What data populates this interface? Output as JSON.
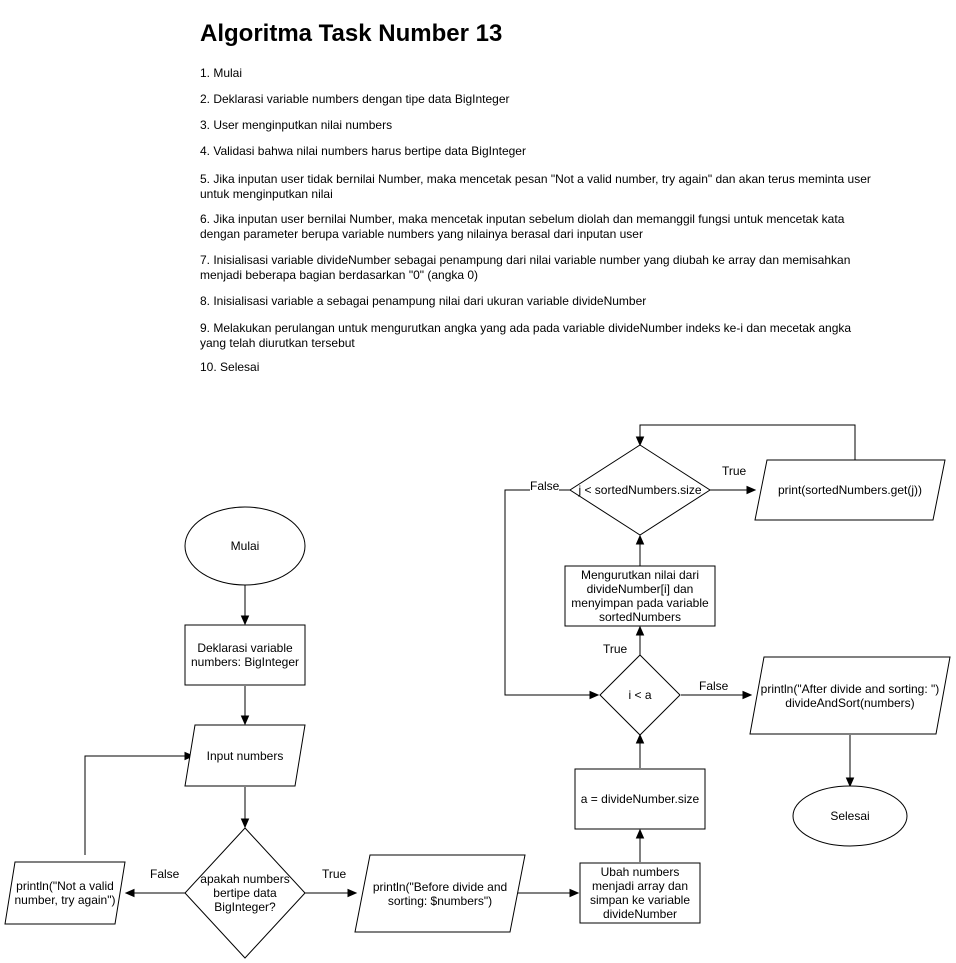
{
  "document": {
    "title": "Algoritma Task Number 13",
    "steps": [
      "1. Mulai",
      "2. Deklarasi variable numbers dengan tipe data BigInteger",
      "3. User menginputkan nilai numbers",
      "4. Validasi bahwa nilai numbers harus bertipe data BigInteger",
      "5. Jika inputan user tidak bernilai Number, maka mencetak pesan \"Not a valid number, try again\" dan akan terus meminta user untuk menginputkan nilai",
      "6. Jika inputan user bernilai Number, maka mencetak inputan sebelum diolah dan memanggil fungsi untuk mencetak kata dengan parameter berupa variable numbers yang nilainya berasal dari inputan user",
      "7. Inisialisasi variable divideNumber sebagai penampung dari nilai variable number yang diubah ke array dan memisahkan menjadi beberapa bagian berdasarkan \"0\" (angka 0)",
      "8. Inisialisasi variable a sebagai penampung nilai dari ukuran variable divideNumber",
      "9. Melakukan perulangan untuk mengurutkan angka yang ada pada variable divideNumber indeks ke-i dan mecetak angka yang telah diurutkan tersebut",
      "10. Selesai"
    ]
  },
  "flowchart": {
    "nodes": {
      "start": "Mulai",
      "declare": "Deklarasi variable numbers: BigInteger",
      "input": "Input numbers",
      "check_type": "apakah numbers bertipe data BigInteger?",
      "print_invalid": "println(\"Not a valid number, try again\")",
      "print_before": "println(\"Before divide and sorting: $numbers\")",
      "to_array": "Ubah numbers menjadi array dan simpan ke variable divideNumber",
      "assign_a": "a = divideNumber.size",
      "loop_i": "i < a",
      "sort_step": "Mengurutkan nilai dari divideNumber[i] dan menyimpan pada variable sortedNumbers",
      "loop_j": "j < sortedNumbers.size",
      "print_sorted": "print(sortedNumbers.get(j))",
      "print_after": "println(\"After divide and sorting: \")\ndivideAndSort(numbers)",
      "end": "Selesai"
    },
    "edge_labels": {
      "check_false": "False",
      "check_true": "True",
      "loop_i_true": "True",
      "loop_i_false": "False",
      "loop_j_true": "True",
      "loop_j_false": "False"
    }
  }
}
